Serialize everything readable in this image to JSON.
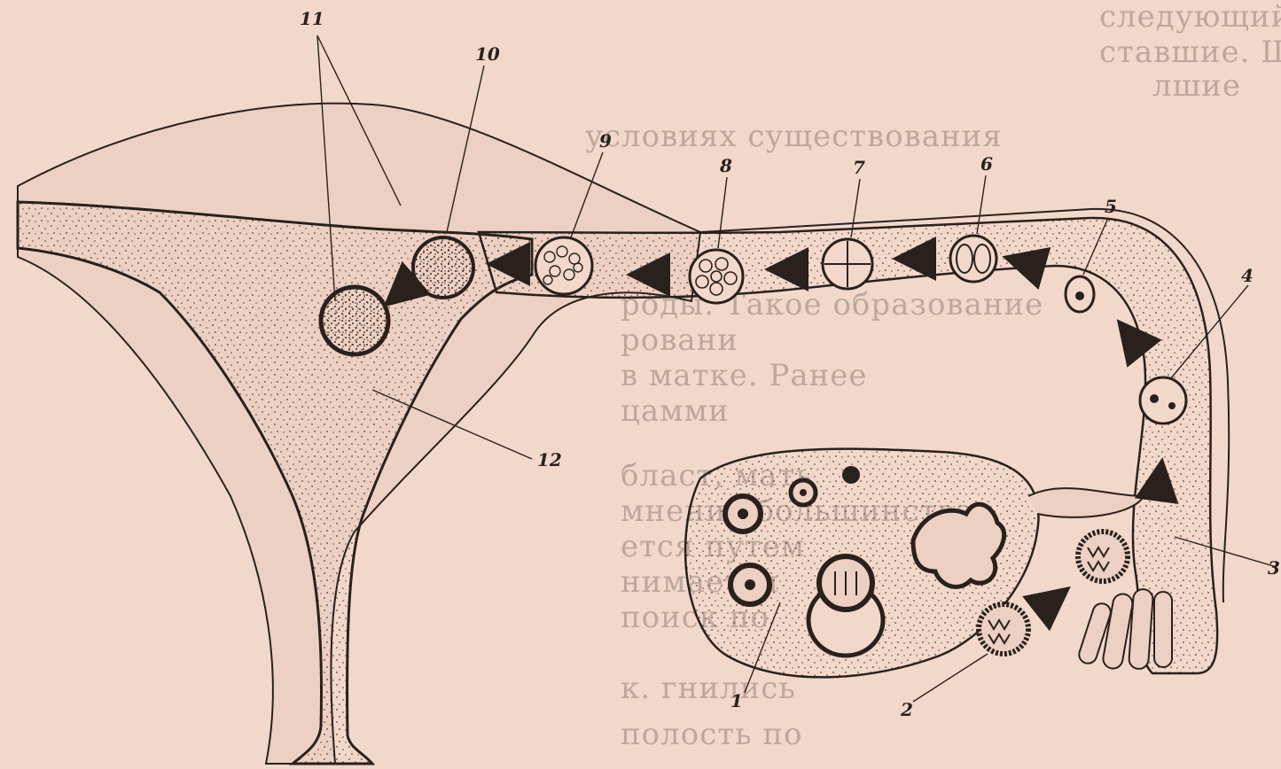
{
  "figure": {
    "labels": {
      "l1": "1",
      "l2": "2",
      "l3": "3",
      "l4": "4",
      "l5": "5",
      "l6": "6",
      "l7": "7",
      "l8": "8",
      "l9": "9",
      "l10": "10",
      "l11": "11",
      "l12": "12"
    },
    "background_text": [
      "следующий стадии, превращаясь в зиготу",
      "ставшие. Шарик клеток сливается",
      "лшие",
      "условиях существования",
      "роды. Такое образование",
      "ровани",
      "в матке. Ранее",
      "цамми",
      "бласт, мать",
      "мнение большинства",
      "ется путем",
      "нимается",
      "поиск по",
      "к. гнились",
      "полость по"
    ],
    "colors": {
      "paper": "#f1d8cb",
      "ink": "#2a201c",
      "tissue": "#e4c3b5",
      "dots": "#5a4038"
    }
  }
}
